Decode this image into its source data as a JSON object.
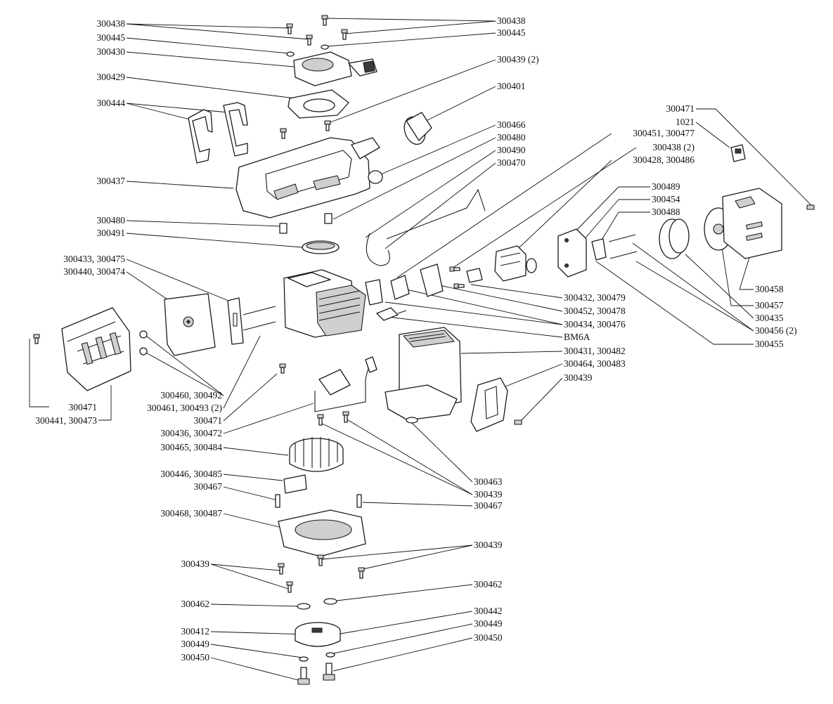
{
  "labels": {
    "l1": "300438",
    "l2": "300445",
    "l3": "300430",
    "l4": "300429",
    "l5": "300444",
    "l6": "300437",
    "l7": "300480",
    "l8": "300491",
    "l9": "300433, 300475",
    "l10": "300440, 300474",
    "l11": "300471",
    "l12": "300441, 300473",
    "l13": "300460, 300492",
    "l14": "300461, 300493 (2)",
    "l15": "300471",
    "l16": "300436, 300472",
    "l17": "300465, 300484",
    "l18": "300446, 300485",
    "l19": "300467",
    "l20": "300468, 300487",
    "l21": "300439",
    "l22": "300462",
    "l23": "300412",
    "l24": "300449",
    "l25": "300450",
    "r1": "300438",
    "r2": "300445",
    "r3": "300439 (2)",
    "r4": "300401",
    "r5": "300466",
    "r6": "300480",
    "r7": "300490",
    "r8": "300470",
    "r9": "300471",
    "r10": "1021",
    "r11": "300451, 300477",
    "r12": "300438 (2)",
    "r13": "300428, 300486",
    "r14": "300489",
    "r15": "300454",
    "r16": "300488",
    "r17": "300458",
    "r18": "300457",
    "r19": "300435",
    "r20": "300456 (2)",
    "r21": "300455",
    "r22": "300432, 300479",
    "r23": "300452, 300478",
    "r24": "300434, 300476",
    "r25": "BM6A",
    "r26": "300431, 300482",
    "r27": "300464, 300483",
    "r28": "300439",
    "r29": "300463",
    "r30": "300439",
    "r31": "300467",
    "r32": "300439",
    "r33": "300462",
    "r34": "300442",
    "r35": "300449",
    "r36": "300450"
  }
}
